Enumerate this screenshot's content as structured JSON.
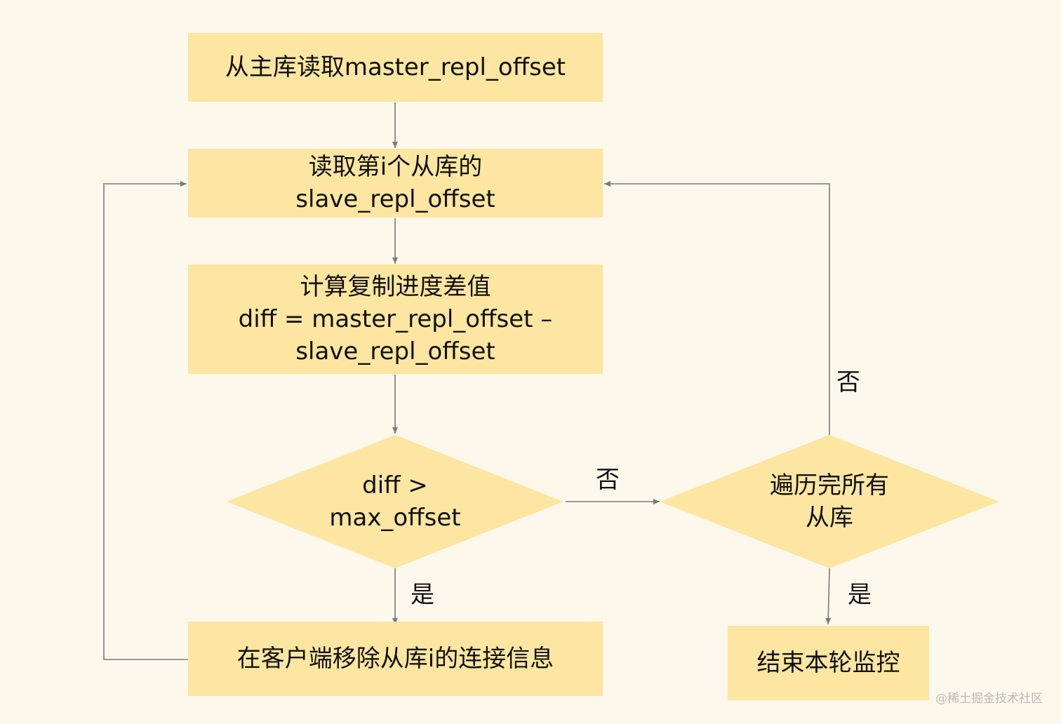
{
  "nodes": {
    "read_master": "从主库读取master_repl_offset",
    "read_slave": [
      "读取第i个从库的",
      "slave_repl_offset"
    ],
    "compute_diff": [
      "计算复制进度差值",
      "diff = master_repl_offset –",
      "slave_repl_offset"
    ],
    "decision_diff": [
      "diff >",
      "max_offset"
    ],
    "decision_all": [
      "遍历完所有",
      "从库"
    ],
    "remove_client": "在客户端移除从库i的连接信息",
    "end_round": "结束本轮监控"
  },
  "edges": {
    "diff_no": "否",
    "diff_yes": "是",
    "all_no": "否",
    "all_yes": "是"
  },
  "watermark": "@稀土掘金技术社区",
  "colors": {
    "background": "#fcf8ec",
    "node_fill": "#fde6a1",
    "connector": "#7a7a7a"
  }
}
